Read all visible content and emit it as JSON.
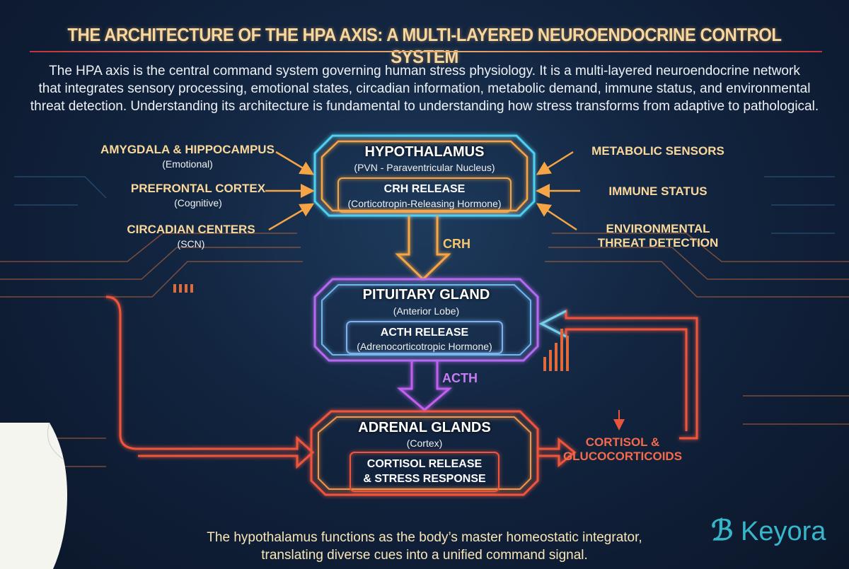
{
  "title": "THE ARCHITECTURE OF THE HPA AXIS: A MULTI-LAYERED NEUROENDOCRINE CONTROL SYSTEM",
  "intro": [
    "The HPA axis is the central command system governing human stress physiology. It is a multi-layered neuroendocrine network",
    "that integrates sensory processing, emotional states, circadian information, metabolic demand, immune status, and environmental",
    "threat detection. Understanding its architecture is fundamental to understanding how stress transforms from adaptive to pathological."
  ],
  "inputs_left": [
    {
      "label": "AMYGDALA & HIPPOCAMPUS",
      "sub": "(Emotional)"
    },
    {
      "label": "PREFRONTAL CORTEX",
      "sub": "(Cognitive)"
    },
    {
      "label": "CIRCADIAN CENTERS",
      "sub": "(SCN)"
    }
  ],
  "inputs_right": [
    {
      "label": "METABOLIC SENSORS"
    },
    {
      "label": "IMMUNE STATUS"
    },
    {
      "label": "ENVIRONMENTAL",
      "label2": "THREAT DETECTION"
    }
  ],
  "hypothalamus": {
    "title": "HYPOTHALAMUS",
    "sub": "(PVN - Paraventricular Nucleus)",
    "inner": "CRH RELEASE",
    "inner_sub": "(Corticotropin-Releasing Hormone)"
  },
  "crh_label": "CRH",
  "pituitary": {
    "title": "PITUITARY GLAND",
    "sub": "(Anterior Lobe)",
    "inner": "ACTH RELEASE",
    "inner_sub": "(Adrenocorticotropic Hormone)"
  },
  "acth_label": "ACTH",
  "adrenal": {
    "title": "ADRENAL GLANDS",
    "sub": "(Cortex)",
    "inner1": "CORTISOL RELEASE",
    "inner2": "& STRESS RESPONSE"
  },
  "output": {
    "line1": "CORTISOL &",
    "line2": "GLUCOCORTICOIDS"
  },
  "caption": [
    "The hypothalamus functions as the body’s master homeostatic integrator,",
    "translating diverse cues into a unified command signal."
  ],
  "logo": "Keyora",
  "colors": {
    "hypothalamus": "#f5a545",
    "hypo_outer": "#4fd0f0",
    "pituitary": "#b46af0",
    "adrenal": "#f0553a",
    "title": "#f7d79e"
  }
}
